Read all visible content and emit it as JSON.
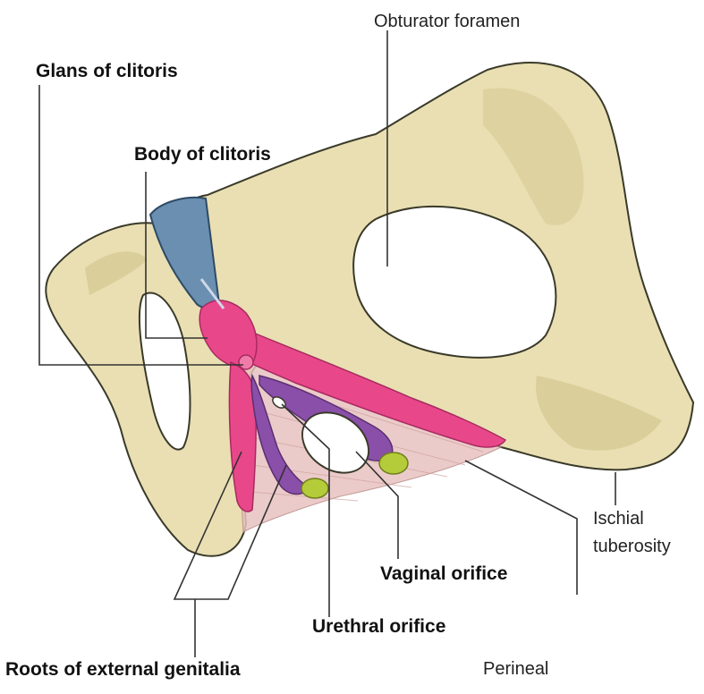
{
  "labels": {
    "obturator_foramen": "Obturator foramen",
    "glans_of_clitoris": "Glans of clitoris",
    "body_of_clitoris": "Body of clitoris",
    "ischial_tuberosity_line1": "Ischial",
    "ischial_tuberosity_line2": "tuberosity",
    "vaginal_orifice": "Vaginal orifice",
    "urethral_orifice": "Urethral orifice",
    "roots_of_external_genitalia": "Roots of external genitalia",
    "perineal": "Perineal"
  },
  "colors": {
    "bone": "#e9dfb2",
    "bone_shadow": "#c9bb84",
    "outline": "#3a3a2a",
    "pubic_cartilage": "#6a8fb0",
    "clitoris_pink": "#e8488a",
    "bulb_purple": "#8a4fa8",
    "gland_green": "#b5cc3a",
    "perineal_membrane": "#e8c3c0"
  }
}
